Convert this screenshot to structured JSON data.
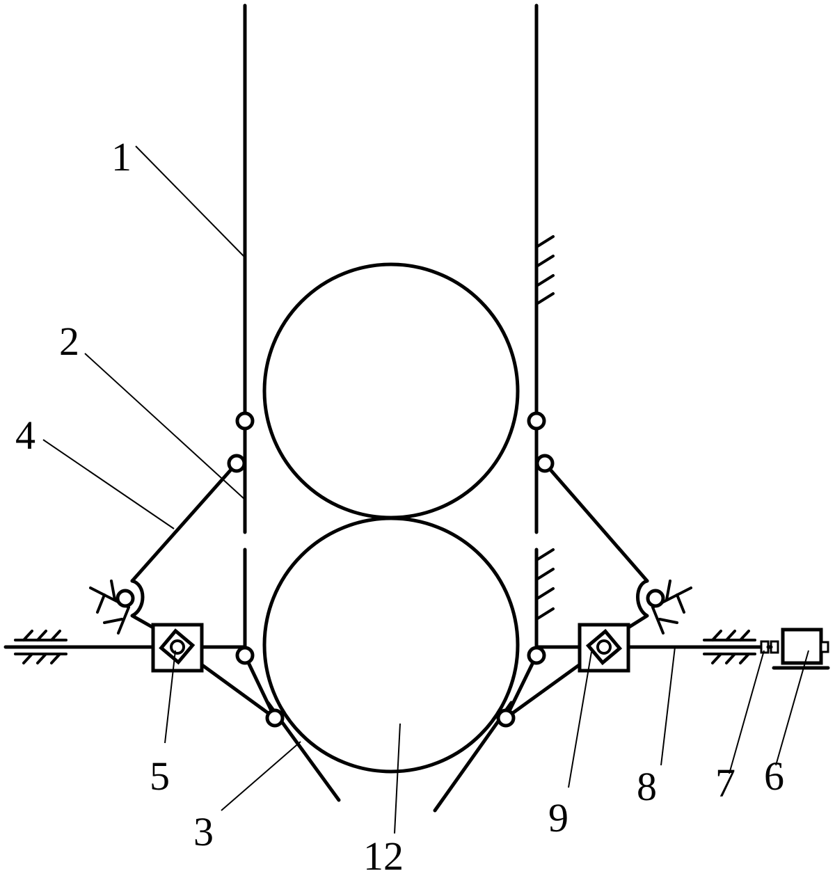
{
  "diagram": {
    "labels": [
      {
        "id": "1",
        "text": "1"
      },
      {
        "id": "2",
        "text": "2"
      },
      {
        "id": "3",
        "text": "3"
      },
      {
        "id": "4",
        "text": "4"
      },
      {
        "id": "5",
        "text": "5"
      },
      {
        "id": "6",
        "text": "6"
      },
      {
        "id": "7",
        "text": "7"
      },
      {
        "id": "8",
        "text": "8"
      },
      {
        "id": "9",
        "text": "9"
      },
      {
        "id": "12",
        "text": "12"
      }
    ]
  }
}
